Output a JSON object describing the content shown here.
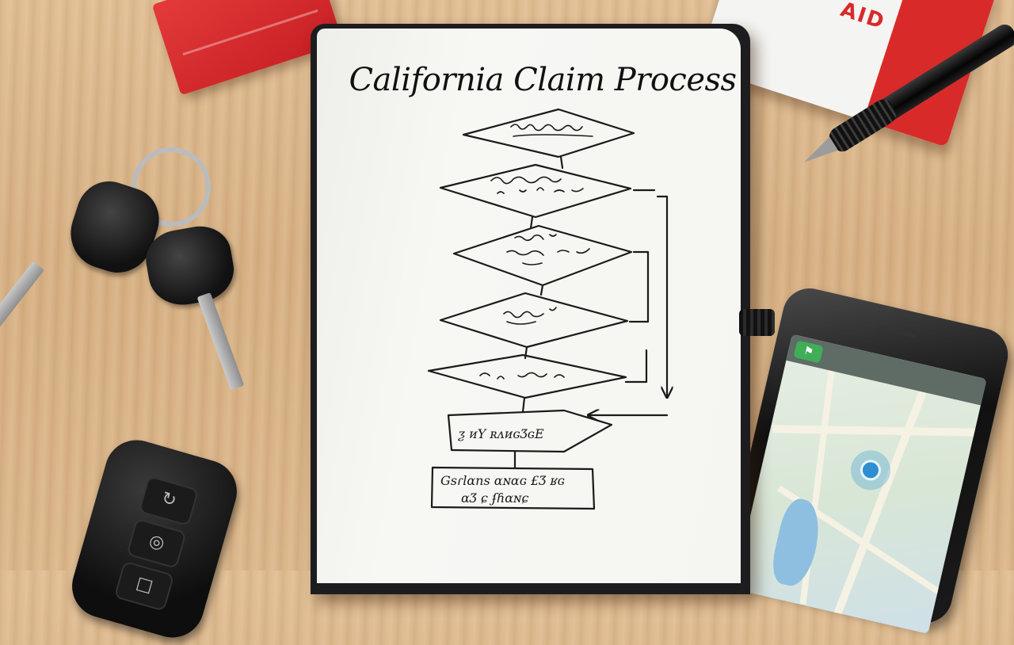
{
  "notebook": {
    "title": "California Claim Process"
  },
  "first_aid_kit": {
    "label": "AID",
    "color": "#d92a2a"
  },
  "phone": {
    "app_icon": "map-app-icon",
    "screen": "map-view"
  },
  "colors": {
    "desk_wood": "#dcb88c",
    "notebook_cover": "#1d1d1f",
    "notebook_page": "#f5f5f2",
    "ink": "#111111",
    "red_book": "#d42a2e"
  }
}
